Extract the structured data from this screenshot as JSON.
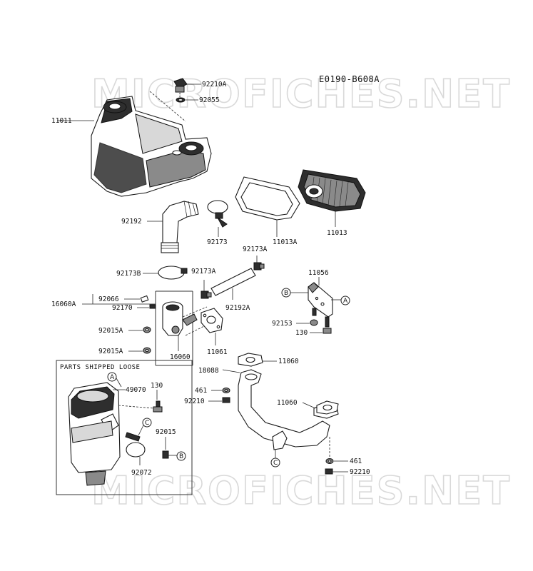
{
  "diagram_code": "E0190-B608A",
  "watermark": "MICROFICHES.NET",
  "group_label": "PARTS SHIPPED LOOSE",
  "parts": {
    "p92210A": "92210A",
    "p92055": "92055",
    "p11011": "11011",
    "p11013": "11013",
    "p11013A": "11013A",
    "p92192": "92192",
    "p92173": "92173",
    "p92173A_top": "92173A",
    "p92173B": "92173B",
    "p92173A_mid": "92173A",
    "p92192A": "92192A",
    "p11056": "11056",
    "p92066": "92066",
    "p16060A": "16060A",
    "p92170": "92170",
    "p92015A_1": "92015A",
    "p92015A_2": "92015A",
    "p16060": "16060",
    "p11061": "11061",
    "p92153": "92153",
    "p130_right": "130",
    "p11060_top": "11060",
    "p18088": "18088",
    "p461_left": "461",
    "p92210_left": "92210",
    "p11060_right": "11060",
    "p461_right": "461",
    "p92210_right": "92210",
    "p49070": "49070",
    "p130_box": "130",
    "p92015": "92015",
    "p92072": "92072"
  },
  "refs": {
    "A": "A",
    "B": "B",
    "C": "C"
  },
  "colors": {
    "line": "#222222",
    "watermark": "#d9d9d9",
    "part_dark": "#2e2e2e"
  }
}
